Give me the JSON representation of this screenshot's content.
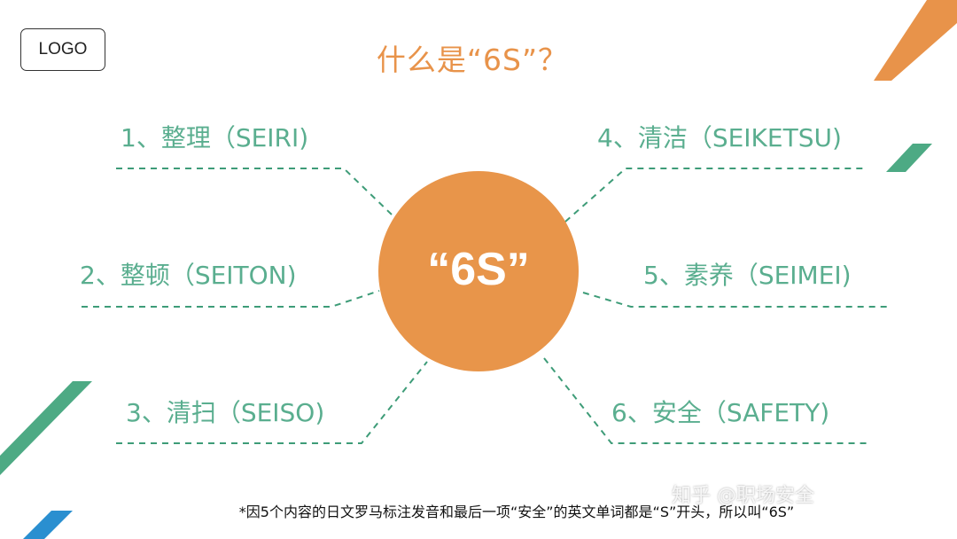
{
  "logo": {
    "label": "LOGO"
  },
  "title": "什么是“6S”？",
  "center": {
    "label": "“6S”"
  },
  "items": [
    {
      "label": "1、整理（SEIRI)"
    },
    {
      "label": "2、整顿（SEITON)"
    },
    {
      "label": "3、清扫（SEISO)"
    },
    {
      "label": "4、清洁（SEIKETSU)"
    },
    {
      "label": "5、素养（SEIMEI)"
    },
    {
      "label": "6、安全（SAFETY)"
    }
  ],
  "footnote": "*因5个内容的日文罗马标注发音和最后一项“安全”的英文单词都是“S”开头，所以叫“6S”",
  "watermark": "知乎 @职场安全",
  "colors": {
    "title": "#E8934A",
    "circle": "#E8954A",
    "item_text": "#5AAE8F",
    "connector": "#3E9C78",
    "deco_orange": "#E8934A",
    "deco_green": "#4DAA84",
    "deco_blue": "#2A8FD0"
  }
}
